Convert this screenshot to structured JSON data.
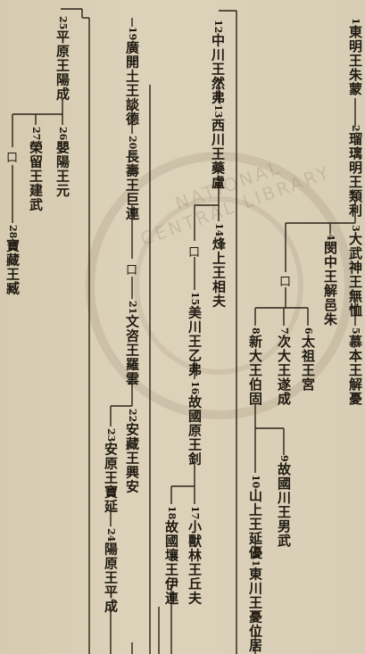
{
  "watermark": {
    "text": "NATIONAL CENTRAL LIBRARY"
  },
  "marker": "口",
  "entries": [
    {
      "n": "1",
      "name": "東明王朱蒙"
    },
    {
      "n": "2",
      "name": "瑠璃明王類利"
    },
    {
      "n": "3",
      "name": "大武神王無恤"
    },
    {
      "n": "4",
      "name": "閔中王解邑朱"
    },
    {
      "n": "5",
      "name": "慕本王解憂"
    },
    {
      "n": "6",
      "name": "太祖王宮"
    },
    {
      "n": "7",
      "name": "次大王遂成"
    },
    {
      "n": "8",
      "name": "新大王伯固"
    },
    {
      "n": "9",
      "name": "故國川王男武"
    },
    {
      "n": "10",
      "name": "山上王延優"
    },
    {
      "n": "11",
      "name": "東川王憂位居"
    },
    {
      "n": "12",
      "name": "中川王然弗"
    },
    {
      "n": "13",
      "name": "西川王藥盧"
    },
    {
      "n": "14",
      "name": "烽上王相夫"
    },
    {
      "n": "15",
      "name": "美川王乙弗"
    },
    {
      "n": "16",
      "name": "故國原王釗"
    },
    {
      "n": "17",
      "name": "小獸林王丘夫"
    },
    {
      "n": "18",
      "name": "故國壤王伊連"
    },
    {
      "n": "19",
      "name": "廣開土王談德"
    },
    {
      "n": "20",
      "name": "長壽王巨連"
    },
    {
      "n": "21",
      "name": "文咨王羅雲"
    },
    {
      "n": "22",
      "name": "安藏王興安"
    },
    {
      "n": "23",
      "name": "安原王寶延"
    },
    {
      "n": "24",
      "name": "陽原王平成"
    },
    {
      "n": "25",
      "name": "平原王陽成"
    },
    {
      "n": "26",
      "name": "嬰陽王元"
    },
    {
      "n": "27",
      "name": "榮留王建武"
    },
    {
      "n": "28",
      "name": "寶藏王臧"
    }
  ]
}
